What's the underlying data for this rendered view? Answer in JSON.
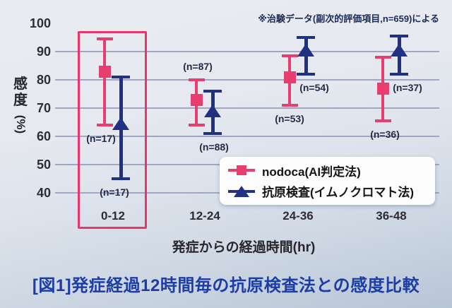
{
  "note": "※治験データ(副次的評価項目,n=659)による",
  "caption": "[図1]発症経過12時間毎の抗原検査法との感度比較",
  "colors": {
    "nodoca_pink": "#e73e6f",
    "antigen_navy": "#203183",
    "highlight_border": "#e8356d",
    "gridline": "#9fa7c2",
    "caption_blue": "#1c3da5"
  },
  "chart_data": {
    "type": "scatter",
    "title": "",
    "xlabel": "発症からの経過時間(hr)",
    "ylabel": "感度(%)",
    "categories": [
      "0-12",
      "12-24",
      "24-36",
      "36-48"
    ],
    "yticks": [
      100,
      90,
      80,
      70,
      60,
      50,
      40
    ],
    "gridline_values": [
      90,
      80,
      70,
      60,
      50,
      40
    ],
    "ylim": [
      40,
      100
    ],
    "grid": true,
    "legend_position": "inside-bottom-right-white-box",
    "highlight": {
      "category": "0-12"
    },
    "series": [
      {
        "name": "nodoca(AI判定法)",
        "marker": "square",
        "color": "#e73e6f",
        "values": [
          83,
          73,
          81,
          77
        ],
        "ci_low": [
          64,
          64,
          71,
          65.5
        ],
        "ci_high": [
          94.5,
          80,
          88.5,
          88
        ],
        "n_labels": [
          "(n=17)",
          "(n=87)",
          "(n=53)",
          "(n=36)"
        ],
        "n_label_pos": [
          "below",
          "above",
          "below",
          "below"
        ],
        "n_label_dx": [
          -5,
          2,
          0,
          3
        ]
      },
      {
        "name": "抗原検査(イムノクロマト法)",
        "marker": "triangle",
        "color": "#203183",
        "values": [
          64.5,
          69,
          90.5,
          90.5
        ],
        "ci_low": [
          45,
          61,
          82,
          82
        ],
        "ci_high": [
          81,
          76,
          95,
          95.5
        ],
        "n_labels": [
          "(n=17)",
          "(n=88)",
          "(n=54)",
          "(n=37)"
        ],
        "n_label_pos": [
          "below",
          "below",
          "below",
          "below"
        ],
        "n_label_dx": [
          -9,
          2,
          12,
          12
        ]
      }
    ]
  }
}
